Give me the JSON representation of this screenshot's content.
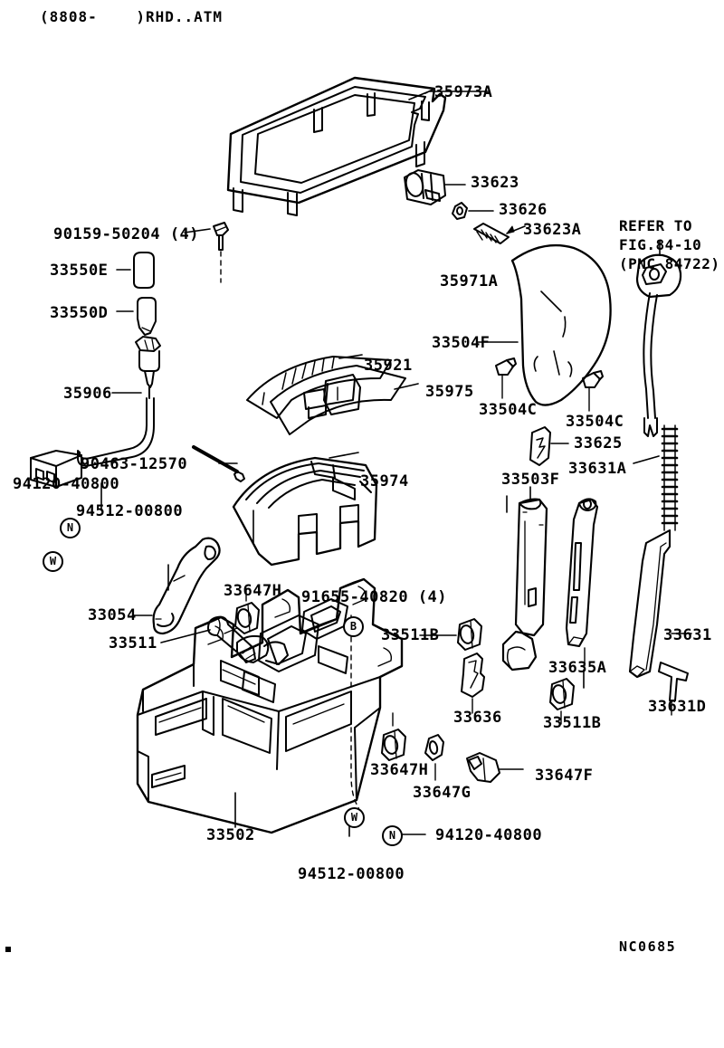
{
  "header": {
    "text": "(8808-    )RHD..ATM"
  },
  "footer": {
    "code": "NC0685"
  },
  "reference": {
    "line1": "REFER TO",
    "line2": "FIG.84-10",
    "line3": "(PNC 84722)"
  },
  "markers": {
    "n1": "N",
    "n2": "N",
    "w1": "W",
    "w2": "W",
    "b1": "B"
  },
  "callouts": [
    {
      "id": "35973A",
      "text": "35973A"
    },
    {
      "id": "33623",
      "text": "33623"
    },
    {
      "id": "33626",
      "text": "33626"
    },
    {
      "id": "33623A",
      "text": "33623A"
    },
    {
      "id": "90159-50204",
      "text": "90159-50204 (4)"
    },
    {
      "id": "33550E",
      "text": "33550E"
    },
    {
      "id": "33550D",
      "text": "33550D"
    },
    {
      "id": "35971A",
      "text": "35971A"
    },
    {
      "id": "33504F",
      "text": "33504F"
    },
    {
      "id": "35906",
      "text": "35906"
    },
    {
      "id": "35921",
      "text": "35921"
    },
    {
      "id": "35975",
      "text": "35975"
    },
    {
      "id": "33504C-left",
      "text": "33504C"
    },
    {
      "id": "33504C-right",
      "text": "33504C"
    },
    {
      "id": "90463-12570",
      "text": "90463-12570"
    },
    {
      "id": "35974",
      "text": "35974"
    },
    {
      "id": "33625",
      "text": "33625"
    },
    {
      "id": "33631A",
      "text": "33631A"
    },
    {
      "id": "33503F",
      "text": "33503F"
    },
    {
      "id": "94120-40800-top",
      "text": "94120-40800"
    },
    {
      "id": "94512-00800-top",
      "text": "94512-00800"
    },
    {
      "id": "33054",
      "text": "33054"
    },
    {
      "id": "33511",
      "text": "33511"
    },
    {
      "id": "33647H-top",
      "text": "33647H"
    },
    {
      "id": "91655-40820",
      "text": "91655-40820 (4)"
    },
    {
      "id": "33511B-upper",
      "text": "33511B"
    },
    {
      "id": "33635A",
      "text": "33635A"
    },
    {
      "id": "33631",
      "text": "33631"
    },
    {
      "id": "33636",
      "text": "33636"
    },
    {
      "id": "33511B-lower",
      "text": "33511B"
    },
    {
      "id": "33631D",
      "text": "33631D"
    },
    {
      "id": "33647H-bottom",
      "text": "33647H"
    },
    {
      "id": "33647G",
      "text": "33647G"
    },
    {
      "id": "33647F",
      "text": "33647F"
    },
    {
      "id": "33502",
      "text": "33502"
    },
    {
      "id": "94120-40800-bot",
      "text": "94120-40800"
    },
    {
      "id": "94512-00800-bot",
      "text": "94512-00800"
    }
  ],
  "colors": {
    "ink": "#000000",
    "paper": "#ffffff"
  },
  "diagram": {
    "type": "exploded-parts-diagram",
    "subject": "Automatic transmission shift lever / floor console assembly"
  }
}
